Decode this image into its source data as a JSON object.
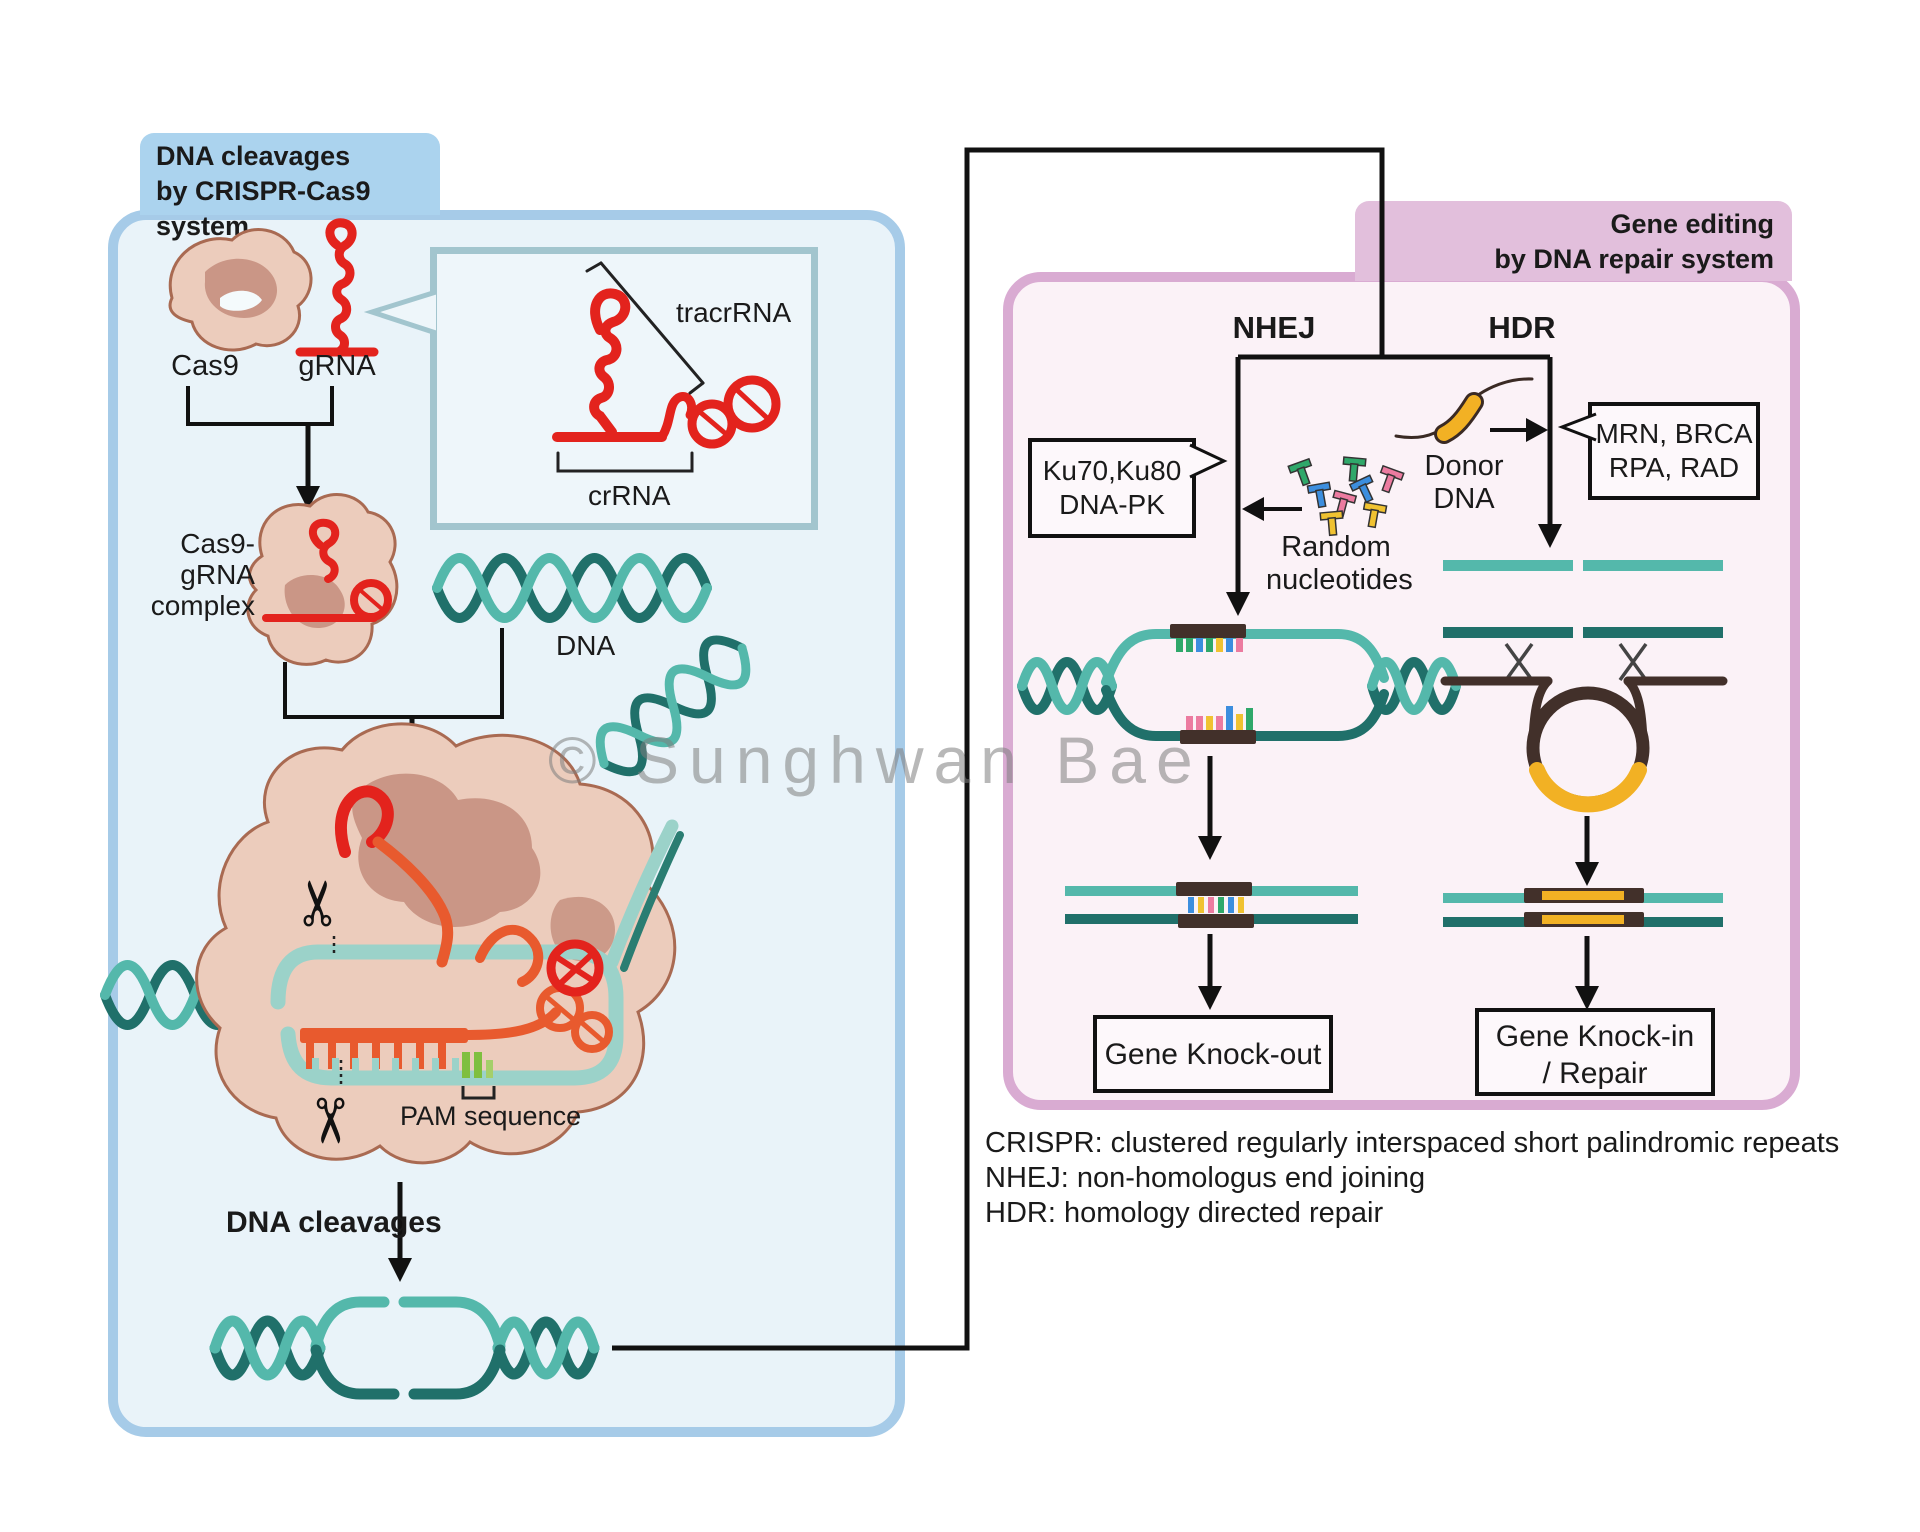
{
  "watermark": "© Sunghwan Bae",
  "left_panel": {
    "title_line1": "DNA cleavages",
    "title_line2": "by CRISPR-Cas9 system",
    "cas9_label": "Cas9",
    "grna_label": "gRNA",
    "inset": {
      "tracrrna_label": "tracrRNA",
      "crrna_label": "crRNA"
    },
    "complex_label_line1": "Cas9-gRNA",
    "complex_label_line2": "complex",
    "dna_label": "DNA",
    "pam_label": "PAM sequence",
    "cleavage_label": "DNA cleavages"
  },
  "right_panel": {
    "title_line1": "Gene editing",
    "title_line2": "by DNA repair system",
    "nhej": {
      "header": "NHEJ",
      "enzyme_box_line1": "Ku70,Ku80",
      "enzyme_box_line2": "DNA-PK",
      "nucleotides_label_line1": "Random",
      "nucleotides_label_line2": "nucleotides",
      "result_box": "Gene Knock-out"
    },
    "hdr": {
      "header": "HDR",
      "donor_label_line1": "Donor",
      "donor_label_line2": "DNA",
      "enzyme_box_line1": "MRN, BRCA",
      "enzyme_box_line2": "RPA, RAD",
      "result_box_line1": "Gene Knock-in",
      "result_box_line2": "/ Repair"
    }
  },
  "footnotes": [
    "CRISPR: clustered regularly interspaced short palindromic repeats",
    "NHEJ: non-homologus end joining",
    "HDR: homology directed repair"
  ],
  "colors": {
    "panel_blue_border": "#a6cbe8",
    "panel_blue_fill": "#e9f3f9",
    "title_blue_fill": "#abd3ee",
    "panel_pink_border": "#d9abd2",
    "panel_pink_fill": "#fbf2f7",
    "title_pink_fill": "#e2bfdc",
    "dna_teal_light": "#54b8ab",
    "dna_teal_dark": "#20706a",
    "dna_band_pale": "#9bd2c9",
    "rna_red": "#e3231d",
    "rna_orange": "#e85a2e",
    "protein_tan": "#ecccbc",
    "protein_tan_dark": "#c79080",
    "donor_yellow": "#f2b124",
    "insertion_brown": "#42302a",
    "pam_green": "#7fbf3f",
    "nt_green": "#2fa86a",
    "nt_blue": "#3c8ede",
    "nt_pink": "#ec7ba0",
    "nt_yellow": "#f0c231",
    "line_black": "#111111",
    "watermark_grey": "#8c8c8c"
  }
}
